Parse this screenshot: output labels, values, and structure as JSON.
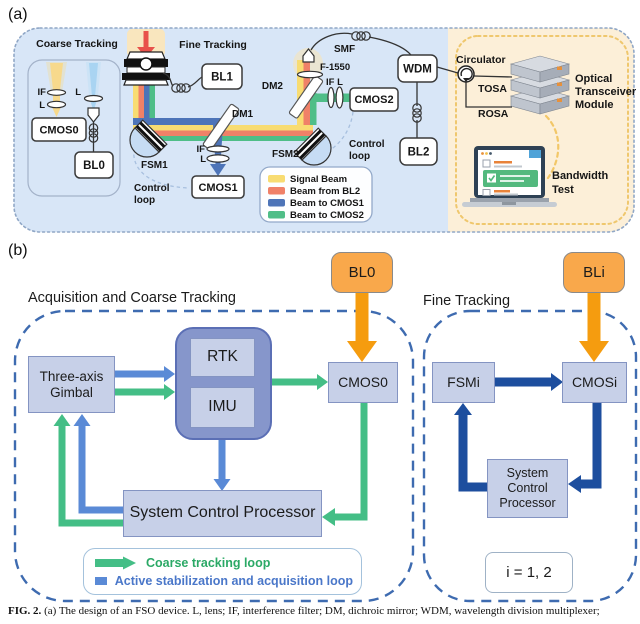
{
  "panel_a": {
    "tag": "(a)",
    "sections": {
      "coarse": "Coarse Tracking",
      "fine": "Fine Tracking"
    },
    "labels": {
      "if": "IF",
      "l": "L",
      "cmos0": "CMOS0",
      "bl0": "BL0",
      "bl1": "BL1",
      "fsm1": "FSM1",
      "dm1": "DM1",
      "cmos1": "CMOS1",
      "control": "Control",
      "loop": "loop",
      "fsm2": "FSM2",
      "dm2": "DM2",
      "f1550": "F-1550",
      "smf": "SMF",
      "if_l": "IF L",
      "cmos2": "CMOS2",
      "wdm": "WDM",
      "bl2": "BL2",
      "circulator": "Circulator",
      "tosa": "TOSA",
      "rosa": "ROSA",
      "otm_line1": "Optical",
      "otm_line2": "Transceiver",
      "otm_line3": "Module",
      "bw_line1": "Bandwidth",
      "bw_line2": "Test"
    },
    "legend": {
      "items": [
        {
          "label": "Signal Beam",
          "color": "#F8DC72"
        },
        {
          "label": "Beam from BL2",
          "color": "#F08168"
        },
        {
          "label": "Beam to CMOS1",
          "color": "#4D74B8"
        },
        {
          "label": "Beam to CMOS2",
          "color": "#4FBE88"
        }
      ]
    }
  },
  "panel_b": {
    "tag": "(b)",
    "headings": {
      "left": "Acquisition and Coarse Tracking",
      "right": "Fine Tracking"
    },
    "boxes": {
      "bl0": "BL0",
      "bli": "BLi",
      "gimbal": "Three-axis Gimbal",
      "rtk": "RTK",
      "imu": "IMU",
      "cmos0": "CMOS0",
      "scp": "System Control Processor",
      "fsmi": "FSMi",
      "cmosi": "CMOSi",
      "scp_right": "System Control Processor",
      "index_note": "i = 1, 2"
    },
    "legend": {
      "items": [
        {
          "label": "Coarse tracking loop",
          "color": "#2BA966"
        },
        {
          "label": "Active stabilization and acquisition loop",
          "color": "#4A77C9"
        }
      ]
    },
    "colors": {
      "coarse_loop_green": "#44BE86",
      "stabilization_blue": "#5A8AD6",
      "fine_loop_navy": "#1D4E9E",
      "beacon_orange": "#F59C0F"
    }
  },
  "caption": {
    "prefix": "FIG. 2.",
    "text": "(a) The design of an FSO device. L, lens; IF, interference filter; DM, dichroic mirror; WDM, wavelength division multiplexer;"
  }
}
